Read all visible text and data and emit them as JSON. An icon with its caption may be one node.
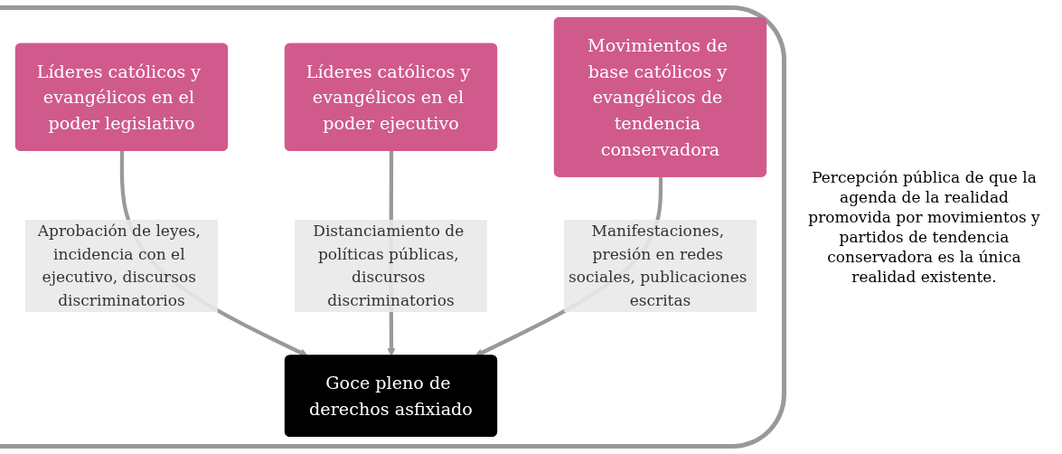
{
  "diagram": {
    "nodes": [
      {
        "text": [
          "Líderes católicos y evangélicos en el poder legislativo"
        ]
      },
      {
        "text": [
          "Líderes católicos y evangélicos en el poder ejecutivo"
        ]
      },
      {
        "text": [
          "Goce pleno de derechos asfixiado"
        ]
      },
      {
        "text": [
          "Movimientos de base católicos y evangélicos de tendencia conservadora"
        ]
      }
    ],
    "edges": [
      {
        "from": 0,
        "to": 2,
        "arrow": "to",
        "label": "Aprobación de leyes, incidencia con el ejecutivo, discursos discriminatorios"
      },
      {
        "from": 1,
        "to": 2,
        "arrow": "to",
        "label": "Distanciamiento de políticas públicas, discursos discriminatorios"
      },
      {
        "from": 3,
        "to": 2,
        "arrow": "to",
        "label": "Manifestaciones, presión en redes sociales, publicaciones escritas"
      }
    ],
    "labels": [
      "Percepción pública de que la agenda de la realidad promovida por movimientos y partidos de tendencia conservadora es la única realidad existente."
    ]
  }
}
